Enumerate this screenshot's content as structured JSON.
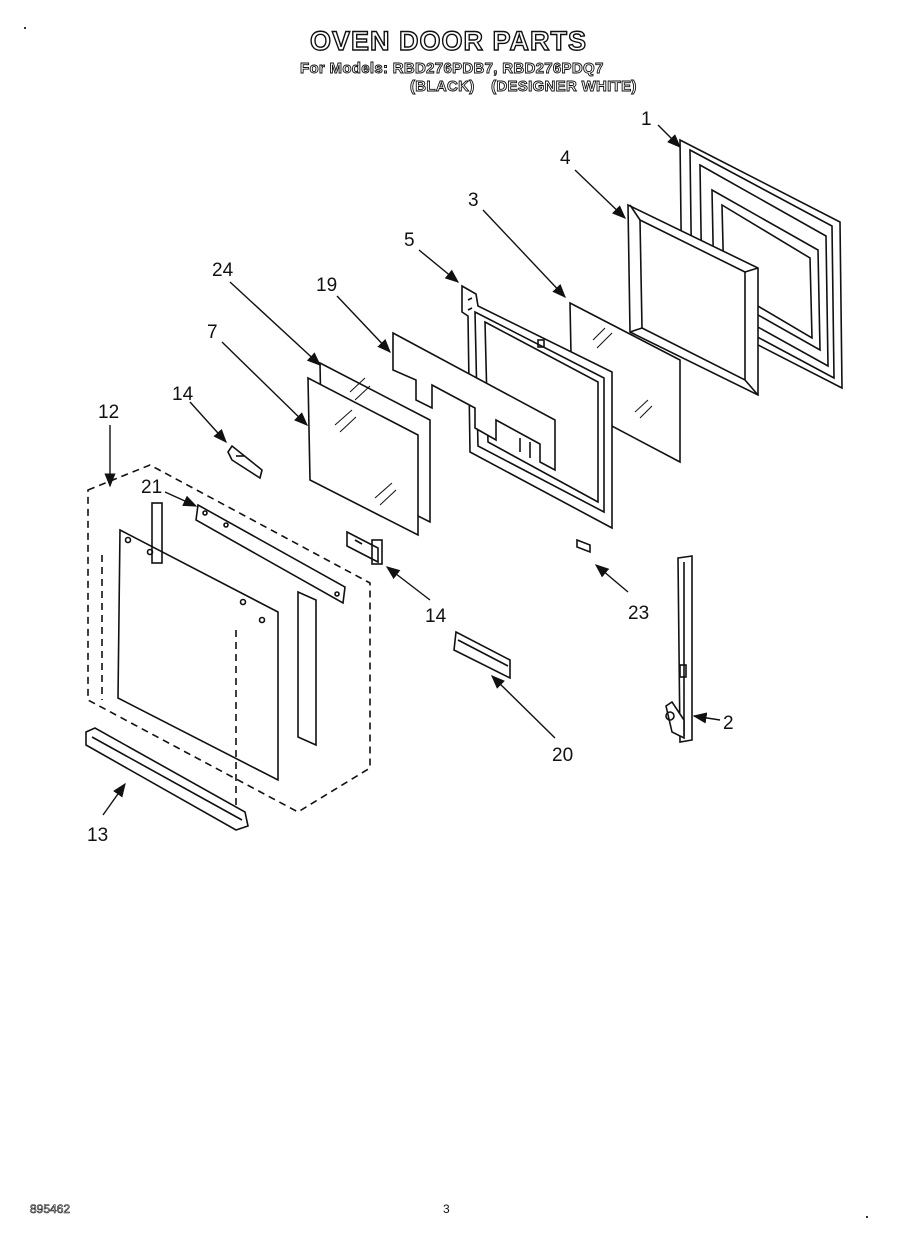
{
  "title": "OVEN DOOR PARTS",
  "models_line": "For Models: RBD276PDB7, RBD276PDQ7",
  "variants": [
    "(BLACK)",
    "(DESIGNER WHITE)"
  ],
  "callouts": [
    "1",
    "4",
    "3",
    "5",
    "24",
    "19",
    "7",
    "14",
    "12",
    "21",
    "14",
    "23",
    "2",
    "20",
    "13"
  ],
  "footer": {
    "doc_number": "895462",
    "page": "3"
  }
}
